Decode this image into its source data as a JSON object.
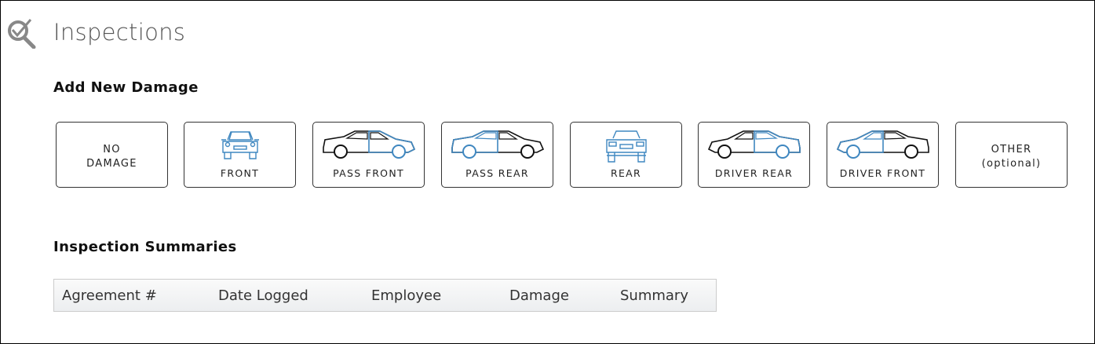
{
  "header": {
    "title": "Inspections",
    "icon": "inspection-magnifier-check-icon"
  },
  "add_damage": {
    "heading": "Add New Damage",
    "buttons": [
      {
        "label": "NO DAMAGE",
        "line1": "NO",
        "line2": "DAMAGE"
      },
      {
        "label": "FRONT",
        "icon": "car-front-icon"
      },
      {
        "label": "PASS FRONT",
        "icon": "car-pass-front-icon"
      },
      {
        "label": "PASS REAR",
        "icon": "car-pass-rear-icon"
      },
      {
        "label": "REAR",
        "icon": "car-rear-icon"
      },
      {
        "label": "DRIVER REAR",
        "icon": "car-driver-rear-icon"
      },
      {
        "label": "DRIVER FRONT",
        "icon": "car-driver-front-icon"
      },
      {
        "label": "OTHER (optional)",
        "line1": "OTHER",
        "line2": "(optional)"
      }
    ]
  },
  "summaries": {
    "heading": "Inspection Summaries",
    "columns": [
      "Agreement #",
      "Date Logged",
      "Employee",
      "Damage",
      "Summary"
    ]
  },
  "colors": {
    "highlight": "#3f87c0",
    "outline": "#111111",
    "border": "#333333"
  }
}
